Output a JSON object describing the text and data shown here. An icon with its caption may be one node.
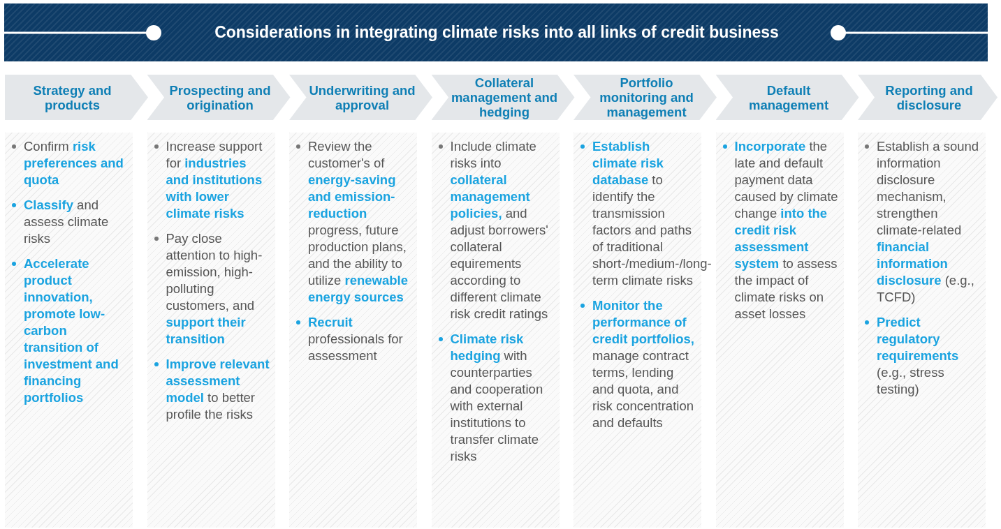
{
  "diagram": {
    "title": "Considerations in integrating climate risks into all links of credit business",
    "nodes": [
      {
        "text": [
          "Strategy and products"
        ]
      },
      {
        "text": [
          "Prospecting and origination"
        ]
      },
      {
        "text": [
          "Underwriting and approval"
        ]
      },
      {
        "text": [
          "Collateral management and hedging"
        ]
      },
      {
        "text": [
          "Portfolio monitoring and management"
        ]
      },
      {
        "text": [
          "Default management"
        ]
      },
      {
        "text": [
          "Reporting and disclosure"
        ]
      },
      {
        "text": [
          "Confirm **risk preferences and quota**",
          "**Classify** and assess climate risks",
          "**Accelerate product innovation, promote low-carbon transition of investment and financing portfolios**"
        ]
      },
      {
        "text": [
          "Increase support for **industries and institutions with lower climate risks**",
          "Pay close attention to high-emission, high-polluting customers, and **support their transition**",
          "**Improve relevant assessment model** to better profile the risks"
        ]
      },
      {
        "text": [
          "Review the customer's of **energy-saving and emission-reduction** progress, future production plans, and the ability to utilize **renewable energy sources**",
          "**Recruit** professionals for assessment"
        ]
      },
      {
        "text": [
          "Include climate risks into **collateral management policies,** and adjust borrowers' collateral equirements according to different climate risk credit ratings",
          "**Climate risk hedging** with counterparties and cooperation with external institutions to transfer climate risks"
        ]
      },
      {
        "text": [
          "**Establish climate risk database** to identify the transmission factors and paths of traditional short-/medium-/long-term climate risks",
          "**Monitor the performance of credit portfolios,** manage contract terms, lending and quota, and risk concentration and defaults"
        ]
      },
      {
        "text": [
          "**Incorporate** the late and default payment data caused by climate change **into the credit risk assessment system** to assess the impact of climate risks on asset losses"
        ]
      },
      {
        "text": [
          "Establish a sound information disclosure mechanism, strengthen climate-related **financial information disclosure** (e.g., TCFD)",
          "**Predict regulatory requirements** (e.g., stress testing)"
        ]
      }
    ],
    "edges": []
  }
}
